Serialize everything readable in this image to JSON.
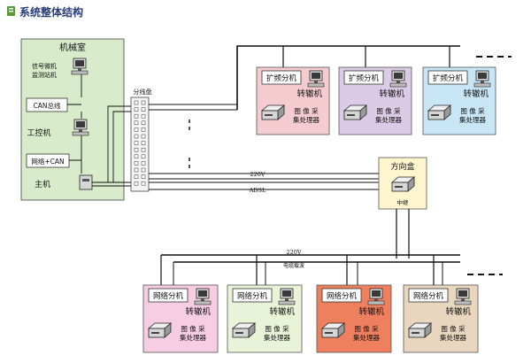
{
  "header": {
    "title": "系统整体结构",
    "icon": "document-icon"
  },
  "machine_room": {
    "title": "机械室",
    "signal_pc_line1": "信号微机",
    "signal_pc_line2": "监测站机",
    "can_bus": "CAN总线",
    "ipc": "工控机",
    "net_can": "网络+CAN",
    "host": "主机",
    "color": "#d8eccb"
  },
  "distribution_panel": {
    "label": "分线盘"
  },
  "direction_box": {
    "title": "方向盒",
    "relay": "中继",
    "color": "#fff6cf"
  },
  "lines": {
    "power": "220V",
    "adsl": "ADSL",
    "bottom_power": "220V",
    "carrier": "电缆载波"
  },
  "top_units": [
    {
      "tag": "扩频分机",
      "machine": "转辙机",
      "proc_line1": "图 像 采",
      "proc_line2": "集处理器",
      "color": "#f4cccf"
    },
    {
      "tag": "扩频分机",
      "machine": "转辙机",
      "proc_line1": "图 像 采",
      "proc_line2": "集处理器",
      "color": "#dccbe6"
    },
    {
      "tag": "扩频分机",
      "machine": "转辙机",
      "proc_line1": "图 像 采",
      "proc_line2": "集处理器",
      "color": "#c8e6f5"
    }
  ],
  "bottom_units": [
    {
      "tag": "网络分机",
      "machine": "转辙机",
      "proc_line1": "图 像 采",
      "proc_line2": "集处理器",
      "color": "#f6cde2"
    },
    {
      "tag": "网络分机",
      "machine": "转辙机",
      "proc_line1": "图 像 采",
      "proc_line2": "集处理器",
      "color": "#e9f3d8"
    },
    {
      "tag": "网络分机",
      "machine": "转辙机",
      "proc_line1": "图 像 采",
      "proc_line2": "集处理器",
      "color": "#ee7f5f"
    },
    {
      "tag": "网络分机",
      "machine": "转辙机",
      "proc_line1": "图 像 采",
      "proc_line2": "集处理器",
      "color": "#e8d6bf"
    }
  ]
}
